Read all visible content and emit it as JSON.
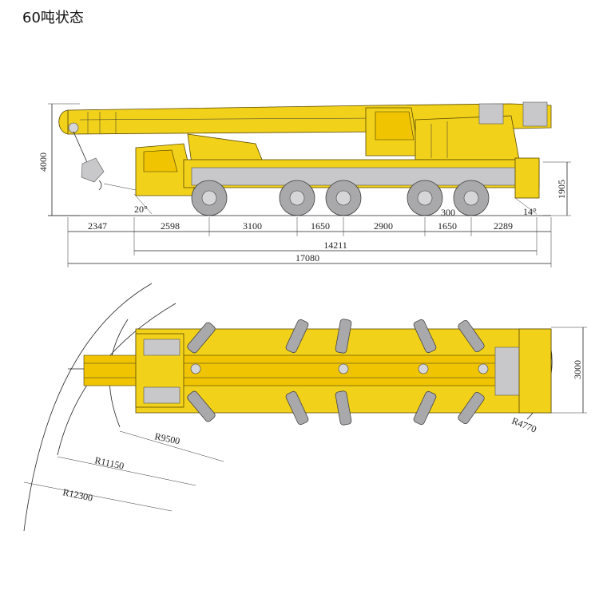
{
  "title": "60吨状态",
  "side_view": {
    "height_total": "4000",
    "height_rear": "1905",
    "approach_angle": "20°",
    "departure_angle": "14°",
    "ground_clearance": "300",
    "segments": [
      "2347",
      "2598",
      "3100",
      "1650",
      "2900",
      "1650",
      "2289"
    ],
    "wheelbase_total": "14211",
    "overall_length": "17080"
  },
  "top_view": {
    "width": "3000",
    "radii": [
      "R9500",
      "R11150",
      "R12300",
      "R4770"
    ]
  },
  "colors": {
    "body": "#F2D11B",
    "tire": "#a9a9ab",
    "line": "#222222"
  }
}
